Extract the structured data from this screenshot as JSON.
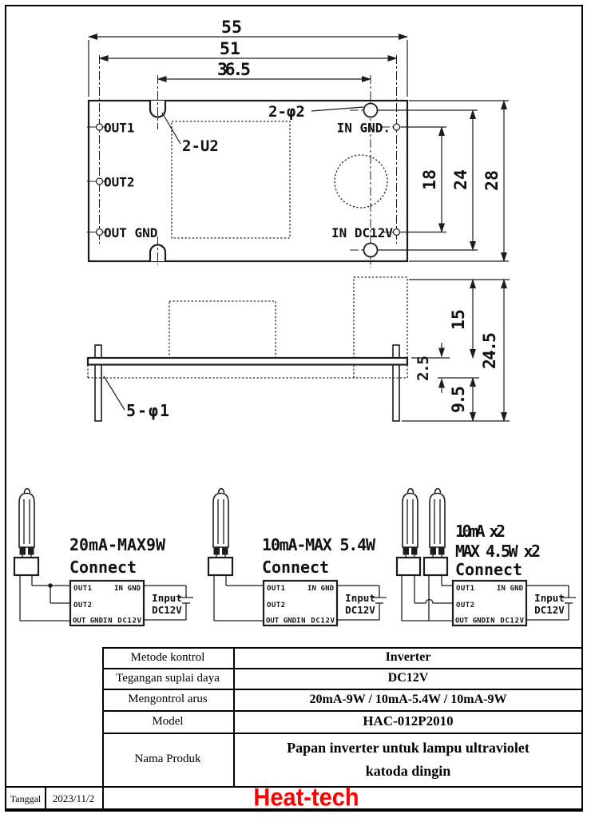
{
  "top_view": {
    "dim_total_width": "55",
    "dim_pad_span": "51",
    "dim_notch_to_hole": "36.5",
    "dim_pad_height": "18",
    "dim_hole_height": "24",
    "dim_total_height": "28",
    "pad_out1": "OUT1",
    "pad_out2": "OUT2",
    "pad_out_gnd": "OUT GND",
    "pad_in_gnd": "IN GND.",
    "pad_in_dc12v": "IN DC12V",
    "callout_notches": "2-U2",
    "callout_holes": "2-φ2"
  },
  "side_view": {
    "dim_component_height": "15",
    "dim_clearance": "2.5",
    "dim_pin_length": "9.5",
    "dim_total_height": "24.5",
    "callout_pins": "5-φ1"
  },
  "diagrams": [
    {
      "title": [
        "20mA-MAX9W",
        "Connect"
      ]
    },
    {
      "title": [
        "10mA-MAX 5.4W",
        "Connect"
      ]
    },
    {
      "title": [
        "10mA x2",
        "MAX 4.5W x2",
        "Connect"
      ]
    }
  ],
  "pin_labels": {
    "out1": "OUT1",
    "out2": "OUT2",
    "out_gnd": "OUT GND",
    "in_gnd": "IN GND",
    "in_dc12v": "IN DC12V"
  },
  "input_source": {
    "line1": "Input",
    "line2": "DC12V"
  },
  "spec_table": {
    "rows": [
      {
        "label": "Metode kontrol",
        "value": "Inverter"
      },
      {
        "label": "Tegangan suplai daya",
        "value": "DC12V"
      },
      {
        "label": "Mengontrol arus",
        "value": "20mA-9W / 10mA-5.4W / 10mA-9W"
      },
      {
        "label": "Model",
        "value": "HAC-012P2010"
      },
      {
        "label": "Nama Produk",
        "value": "Papan inverter untuk lampu ultraviolet katoda dingin"
      }
    ]
  },
  "footer": {
    "date_label": "Tanggal",
    "date": "2023/11/2",
    "brand": "Heat-tech"
  },
  "colors": {
    "brand_red": "#fe0000",
    "ink": "#1c1c1c"
  }
}
